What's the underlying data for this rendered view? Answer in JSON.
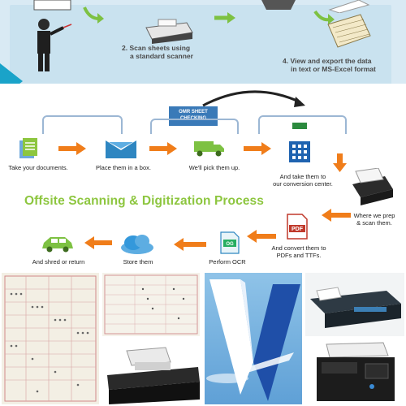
{
  "banner": {
    "step2_line1": "2. Scan sheets using",
    "step2_line2": "a standard scanner",
    "step4_line1": "4. View and export the data",
    "step4_line2": "in text or MS-Excel format",
    "center_box_line1": "OMR SHEET",
    "center_box_line2": "CHECKING"
  },
  "flow": {
    "title": "Offsite Scanning & Digitization Process",
    "steps": [
      {
        "label_1": "Take your documents.",
        "label_2": "",
        "icon": "documents-icon"
      },
      {
        "label_1": "Place them in a box.",
        "label_2": "",
        "icon": "box-icon"
      },
      {
        "label_1": "We'll pick them up.",
        "label_2": "",
        "icon": "truck-icon"
      },
      {
        "label_1": "And take them to",
        "label_2": "our conversion center.",
        "icon": "building-icon"
      },
      {
        "label_1": "Where we prep",
        "label_2": "& scan them.",
        "icon": "scanner-icon"
      },
      {
        "label_1": "And convert them to",
        "label_2": "PDFs and TTFs.",
        "icon": "pdf-icon"
      },
      {
        "label_1": "Perform OCR",
        "label_2": "",
        "icon": "ocr-icon"
      },
      {
        "label_1": "Store them",
        "label_2": "",
        "icon": "cloud-icon"
      },
      {
        "label_1": "And shred or return",
        "label_2": "",
        "icon": "car-icon"
      }
    ],
    "pdf_badge": "PDF",
    "ocr_badge": "OG"
  },
  "colors": {
    "arrow": "#f07d1a",
    "title": "#8dc63f",
    "banner_bg": "#d9eaf4",
    "accent_blue": "#1aa3c9"
  }
}
